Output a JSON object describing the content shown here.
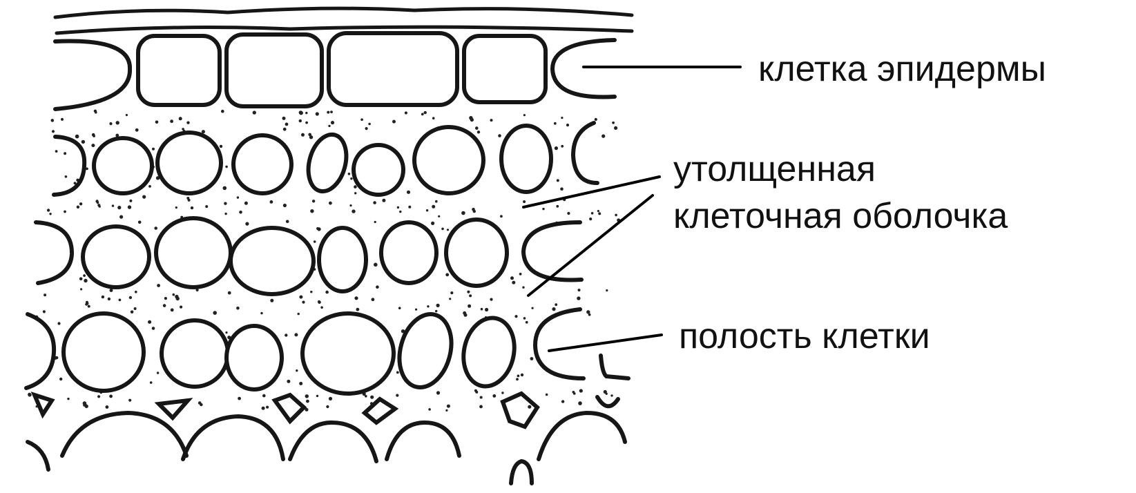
{
  "labels": {
    "epidermis_cell": "клетка эпидермы",
    "thick_wall_line1": "утолщенная",
    "thick_wall_line2": "клеточная оболочка",
    "cell_cavity": "полость клетки"
  },
  "colors": {
    "background": "#ffffff",
    "outline": "#161616",
    "pointer": "#000000",
    "text": "#111111"
  }
}
